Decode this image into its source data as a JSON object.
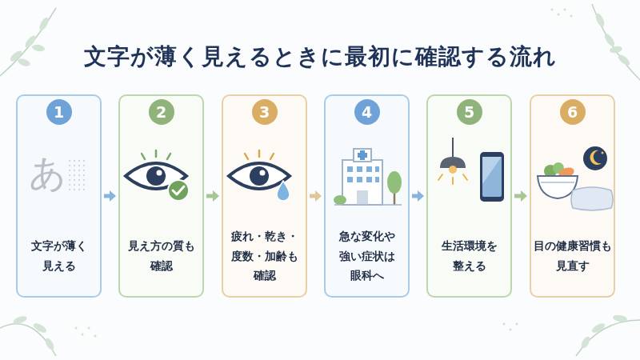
{
  "diagram": {
    "title": "文字が薄く見えるときに最初に確認する流れ",
    "nodes": [
      {
        "text": [
          "1",
          "文字が薄く 見える"
        ]
      },
      {
        "text": [
          "2",
          "見え方の質も 確認"
        ]
      },
      {
        "text": [
          "3",
          "疲れ・乾き・ 度数・加齢も 確認"
        ]
      },
      {
        "text": [
          "4",
          "急な変化や 強い症状は 眼科へ"
        ]
      },
      {
        "text": [
          "5",
          "生活環境を 整える"
        ]
      },
      {
        "text": [
          "6",
          "目の健康習慣も 見直す"
        ]
      }
    ],
    "edges": [
      {
        "from": 0,
        "to": 1,
        "arrow": "to"
      },
      {
        "from": 1,
        "to": 2,
        "arrow": "to"
      },
      {
        "from": 2,
        "to": 3,
        "arrow": "to"
      },
      {
        "from": 3,
        "to": 4,
        "arrow": "to"
      },
      {
        "from": 4,
        "to": 5,
        "arrow": "to"
      }
    ],
    "labels": [
      "あ"
    ]
  }
}
